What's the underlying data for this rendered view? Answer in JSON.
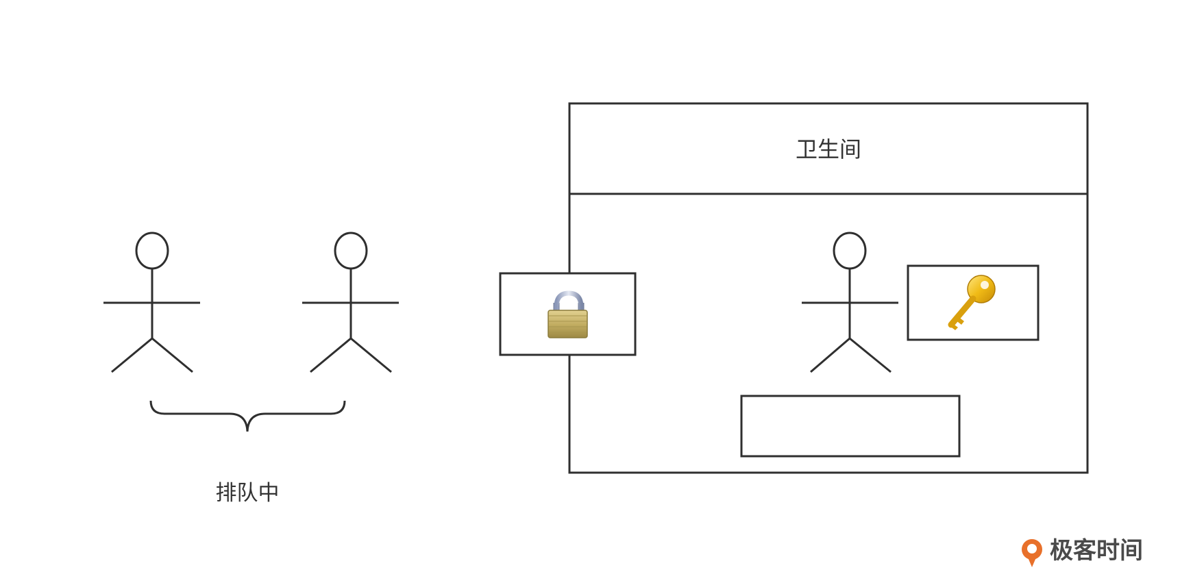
{
  "room": {
    "title": "卫生间"
  },
  "queue": {
    "label": "排队中"
  },
  "door": {
    "icon": "padlock-icon"
  },
  "holder": {
    "icon": "key-icon"
  },
  "watermark": {
    "text": "极客时间",
    "icon": "geektime-logo-icon",
    "accent": "#e8702a"
  },
  "colors": {
    "stroke": "#2f2f2f",
    "lock_body": "#c9b46a",
    "key": "#e8b81e"
  }
}
